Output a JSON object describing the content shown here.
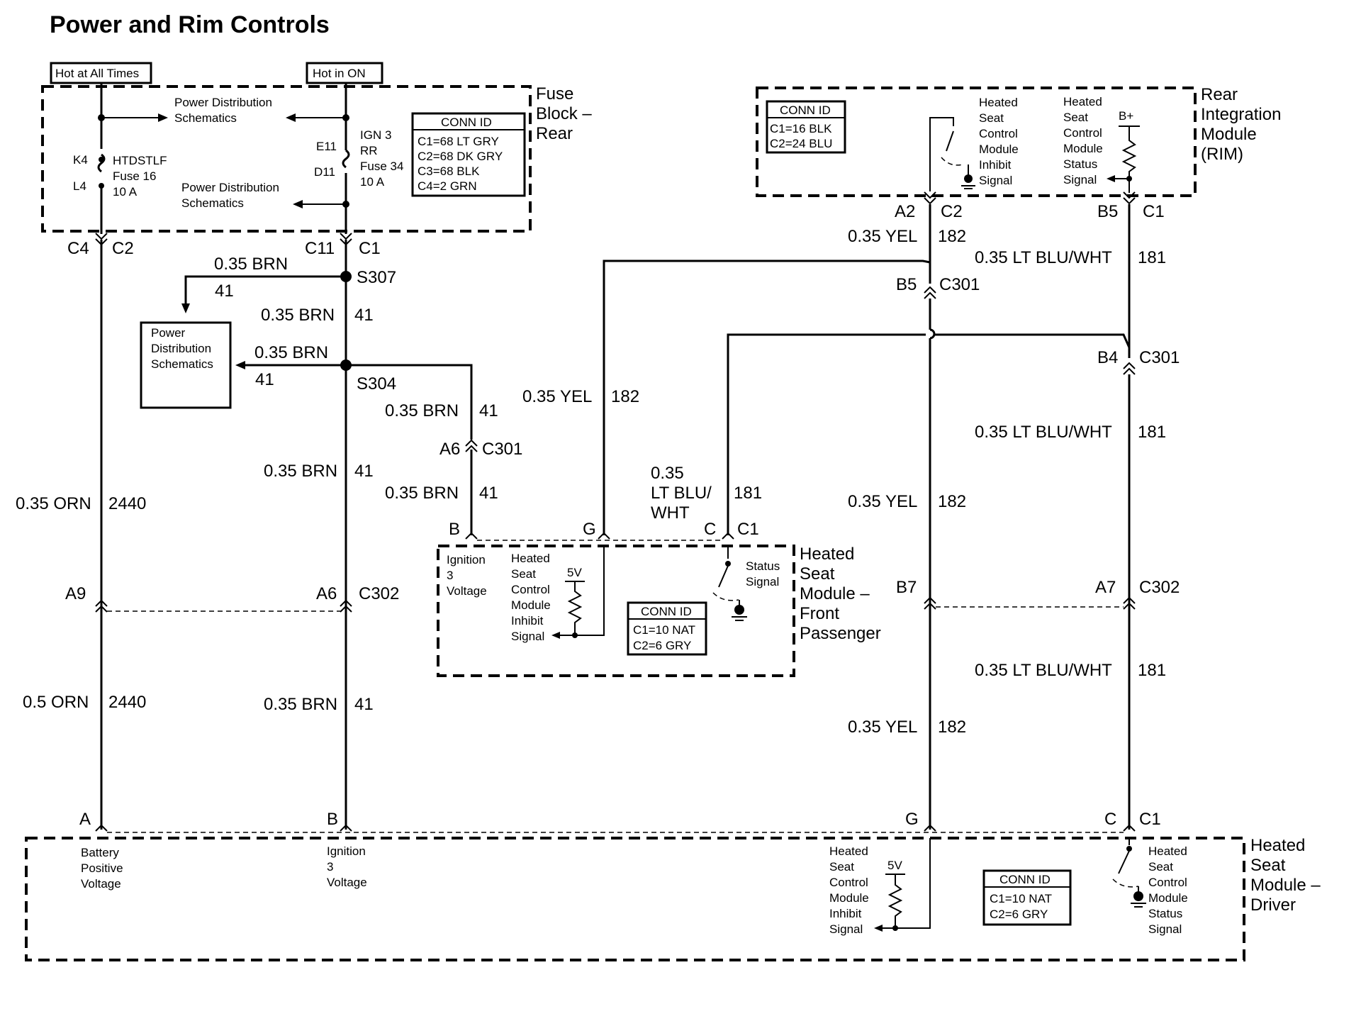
{
  "title": "Power and Rim Controls",
  "power_labels": {
    "hot_at_all_times": "Hot at All Times",
    "hot_in_on": "Hot in ON"
  },
  "fuse_block": {
    "name_line1": "Fuse",
    "name_line2": "Block –",
    "name_line3": "Rear",
    "power_dist_1_line1": "Power Distribution",
    "power_dist_1_line2": "Schematics",
    "power_dist_2_line1": "Power Distribution",
    "power_dist_2_line2": "Schematics",
    "k4": "K4",
    "l4": "L4",
    "fuse16_line1": "HTDSTLF",
    "fuse16_line2": "Fuse 16",
    "fuse16_line3": "10 A",
    "e11": "E11",
    "d11": "D11",
    "fuse34_line1": "IGN 3",
    "fuse34_line2": "RR",
    "fuse34_line3": "Fuse 34",
    "fuse34_line4": "10 A",
    "conn_title": "CONN ID",
    "conn_lines": [
      "C1=68 LT GRY",
      "C2=68 DK GRY",
      "C3=68 BLK",
      "C4=2 GRN"
    ]
  },
  "rim": {
    "name_line1": "Rear",
    "name_line2": "Integration",
    "name_line3": "Module",
    "name_line4": "(RIM)",
    "conn_title": "CONN ID",
    "conn_lines": [
      "C1=16 BLK",
      "C2=24 BLU"
    ],
    "inhibit_lines": [
      "Heated",
      "Seat",
      "Control",
      "Module",
      "Inhibit",
      "Signal"
    ],
    "status_lines": [
      "Heated",
      "Seat",
      "Control",
      "Module",
      "Status",
      "Signal"
    ],
    "bplus": "B+"
  },
  "pins": {
    "c4": "C4",
    "c2_left": "C2",
    "c11": "C11",
    "c1_left": "C1",
    "a2": "A2",
    "c2_rim": "C2",
    "b5": "B5",
    "c1_rim": "C1",
    "b5_c301": "B5",
    "c301_a": "C301",
    "b4": "B4",
    "c301_b": "C301",
    "a6": "A6",
    "c301_c": "C301",
    "a9": "A9",
    "a6_c302": "A6",
    "c302_left": "C302",
    "b7": "B7",
    "a7": "A7",
    "c302_right": "C302",
    "pb": "B",
    "pg": "G",
    "pc": "C",
    "pc1": "C1",
    "da": "A",
    "db": "B",
    "dg": "G",
    "dc": "C",
    "dc1": "C1"
  },
  "splices": {
    "s307": "S307",
    "s304": "S304"
  },
  "wires": {
    "brn_s307_color": "0.35 BRN",
    "brn_s307_ckt": "41",
    "brn_a_color": "0.35 BRN",
    "brn_a_ckt": "41",
    "brn_s304_color": "0.35 BRN",
    "brn_s304_ckt": "41",
    "brn_b_color": "0.35 BRN",
    "brn_b_ckt": "41",
    "brn_c_color": "0.35 BRN",
    "brn_c_ckt": "41",
    "brn_d_color": "0.35 BRN",
    "brn_d_ckt": "41",
    "brn_e_color": "0.35 BRN",
    "brn_e_ckt": "41",
    "brn_f_color": "0.35 BRN",
    "brn_f_ckt": "41",
    "orn_a_color": "0.35 ORN",
    "orn_a_ckt": "2440",
    "orn_b_color": "0.5 ORN",
    "orn_b_ckt": "2440",
    "yel_a_color": "0.35 YEL",
    "yel_a_ckt": "182",
    "yel_b_color": "0.35 YEL",
    "yel_b_ckt": "182",
    "yel_c_color": "0.35 YEL",
    "yel_c_ckt": "182",
    "yel_d_color": "0.35 YEL",
    "yel_d_ckt": "182",
    "blu_a_color": "0.35 LT BLU/WHT",
    "blu_a_ckt": "181",
    "blu_b_color": "0.35 LT BLU/WHT",
    "blu_b_ckt": "181",
    "blu_c_color": "0.35 LT BLU/WHT",
    "blu_c_ckt": "181",
    "blu_d_line1": "0.35",
    "blu_d_line2": "LT BLU/",
    "blu_d_line3": "WHT",
    "blu_d_ckt": "181"
  },
  "power_dist_box": {
    "line1": "Power",
    "line2": "Distribution",
    "line3": "Schematics"
  },
  "passenger_module": {
    "name_line1": "Heated",
    "name_line2": "Seat",
    "name_line3": "Module –",
    "name_line4": "Front",
    "name_line5": "Passenger",
    "ign_lines": [
      "Ignition",
      "3",
      "Voltage"
    ],
    "inhibit_lines": [
      "Heated",
      "Seat",
      "Control",
      "Module",
      "Inhibit",
      "Signal"
    ],
    "fivev": "5V",
    "status_lines": [
      "Status",
      "Signal"
    ],
    "conn_title": "CONN ID",
    "conn_lines": [
      "C1=10 NAT",
      "C2=6 GRY"
    ]
  },
  "driver_module": {
    "name_line1": "Heated",
    "name_line2": "Seat",
    "name_line3": "Module –",
    "name_line4": "Driver",
    "bat_lines": [
      "Battery",
      "Positive",
      "Voltage"
    ],
    "ign_lines": [
      "Ignition",
      "3",
      "Voltage"
    ],
    "inhibit_lines": [
      "Heated",
      "Seat",
      "Control",
      "Module",
      "Inhibit",
      "Signal"
    ],
    "fivev": "5V",
    "status_lines": [
      "Heated",
      "Seat",
      "Control",
      "Module",
      "Status",
      "Signal"
    ],
    "conn_title": "CONN ID",
    "conn_lines": [
      "C1=10 NAT",
      "C2=6 GRY"
    ]
  }
}
